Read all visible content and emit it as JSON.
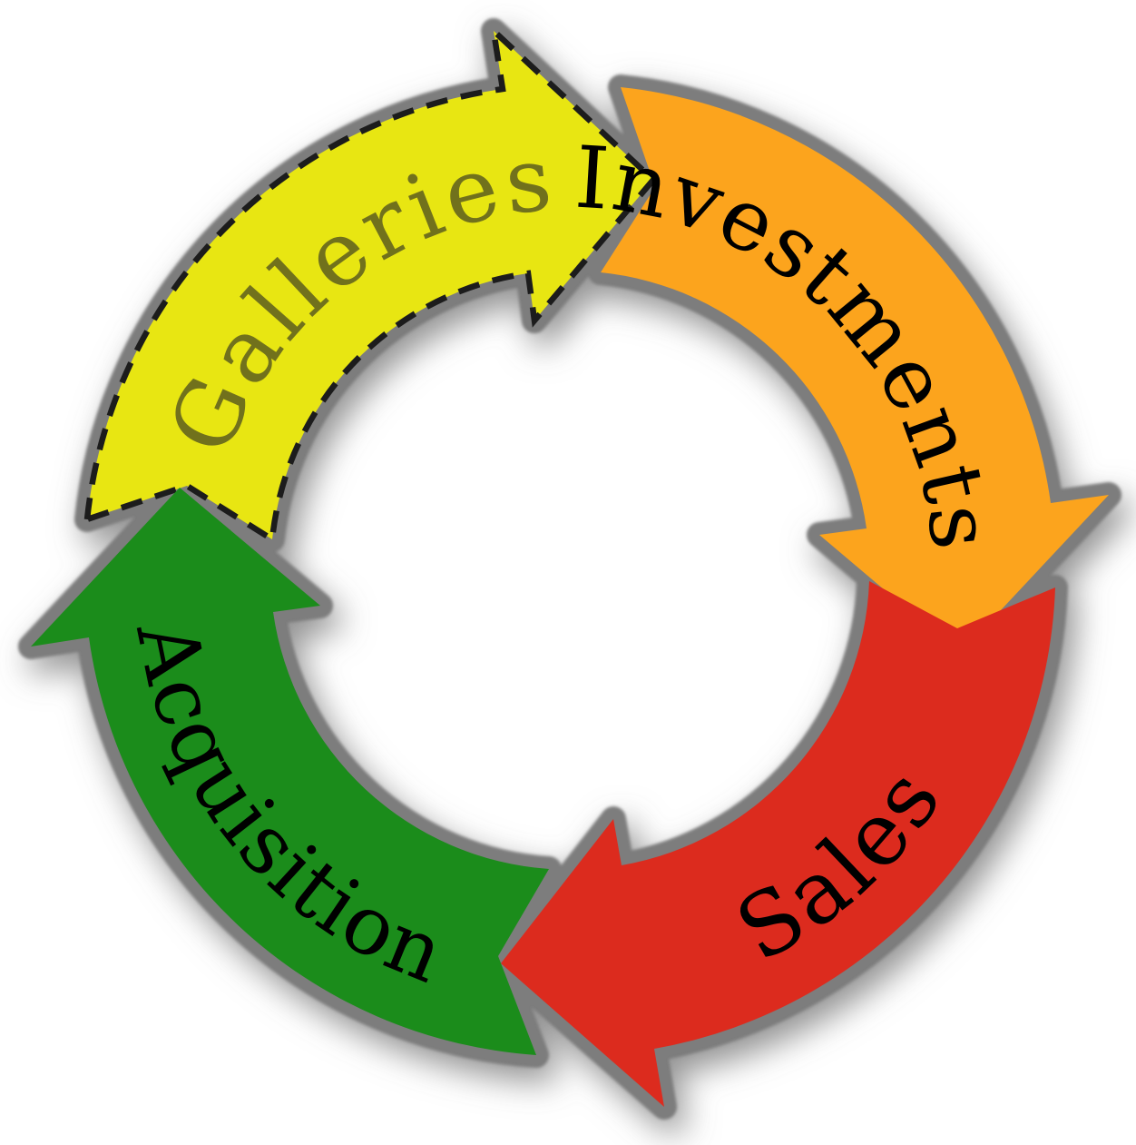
{
  "diagram": {
    "kind": "cycle",
    "direction": "clockwise",
    "steps": [
      {
        "label": "Galleries",
        "color": "#e8e612",
        "text_color": "#71711c",
        "outline_style": "dashed",
        "outline_color": "#1c1c1c",
        "position": "top-left"
      },
      {
        "label": "Investments",
        "color": "#fca41d",
        "text_color": "#000000",
        "outline_style": "solid",
        "outline_color": "#7d7d7d",
        "position": "top-right"
      },
      {
        "label": "Sales",
        "color": "#dc2b1e",
        "text_color": "#000000",
        "outline_style": "solid",
        "outline_color": "#7d7d7d",
        "position": "bottom-right"
      },
      {
        "label": "Acquisition",
        "color": "#1b8c1b",
        "text_color": "#000000",
        "outline_style": "solid",
        "outline_color": "#7d7d7d",
        "position": "bottom-left"
      }
    ],
    "ring_color": "#7d7d7d",
    "background_color": "#ffffff"
  }
}
